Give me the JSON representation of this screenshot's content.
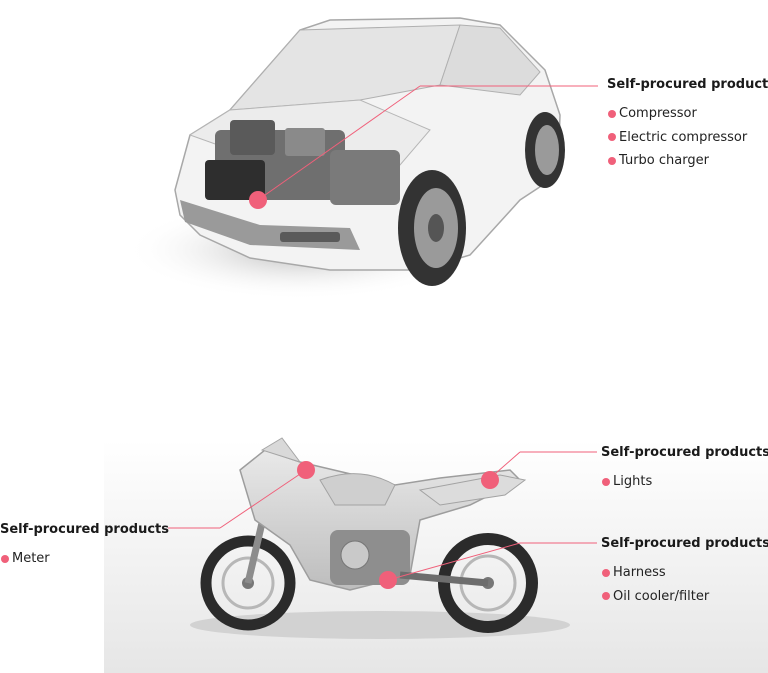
{
  "accent_color": "#f0607a",
  "callouts": [
    {
      "id": "car",
      "title": "Self-procured products",
      "items": [
        "Compressor",
        "Electric compressor",
        "Turbo charger"
      ]
    },
    {
      "id": "moto-lights",
      "title": "Self-procured products",
      "items": [
        "Lights"
      ]
    },
    {
      "id": "moto-meter",
      "title": "Self-procured products",
      "items": [
        "Meter"
      ]
    },
    {
      "id": "moto-harness",
      "title": "Self-procured products",
      "items": [
        "Harness",
        "Oil cooler/filter"
      ]
    }
  ]
}
